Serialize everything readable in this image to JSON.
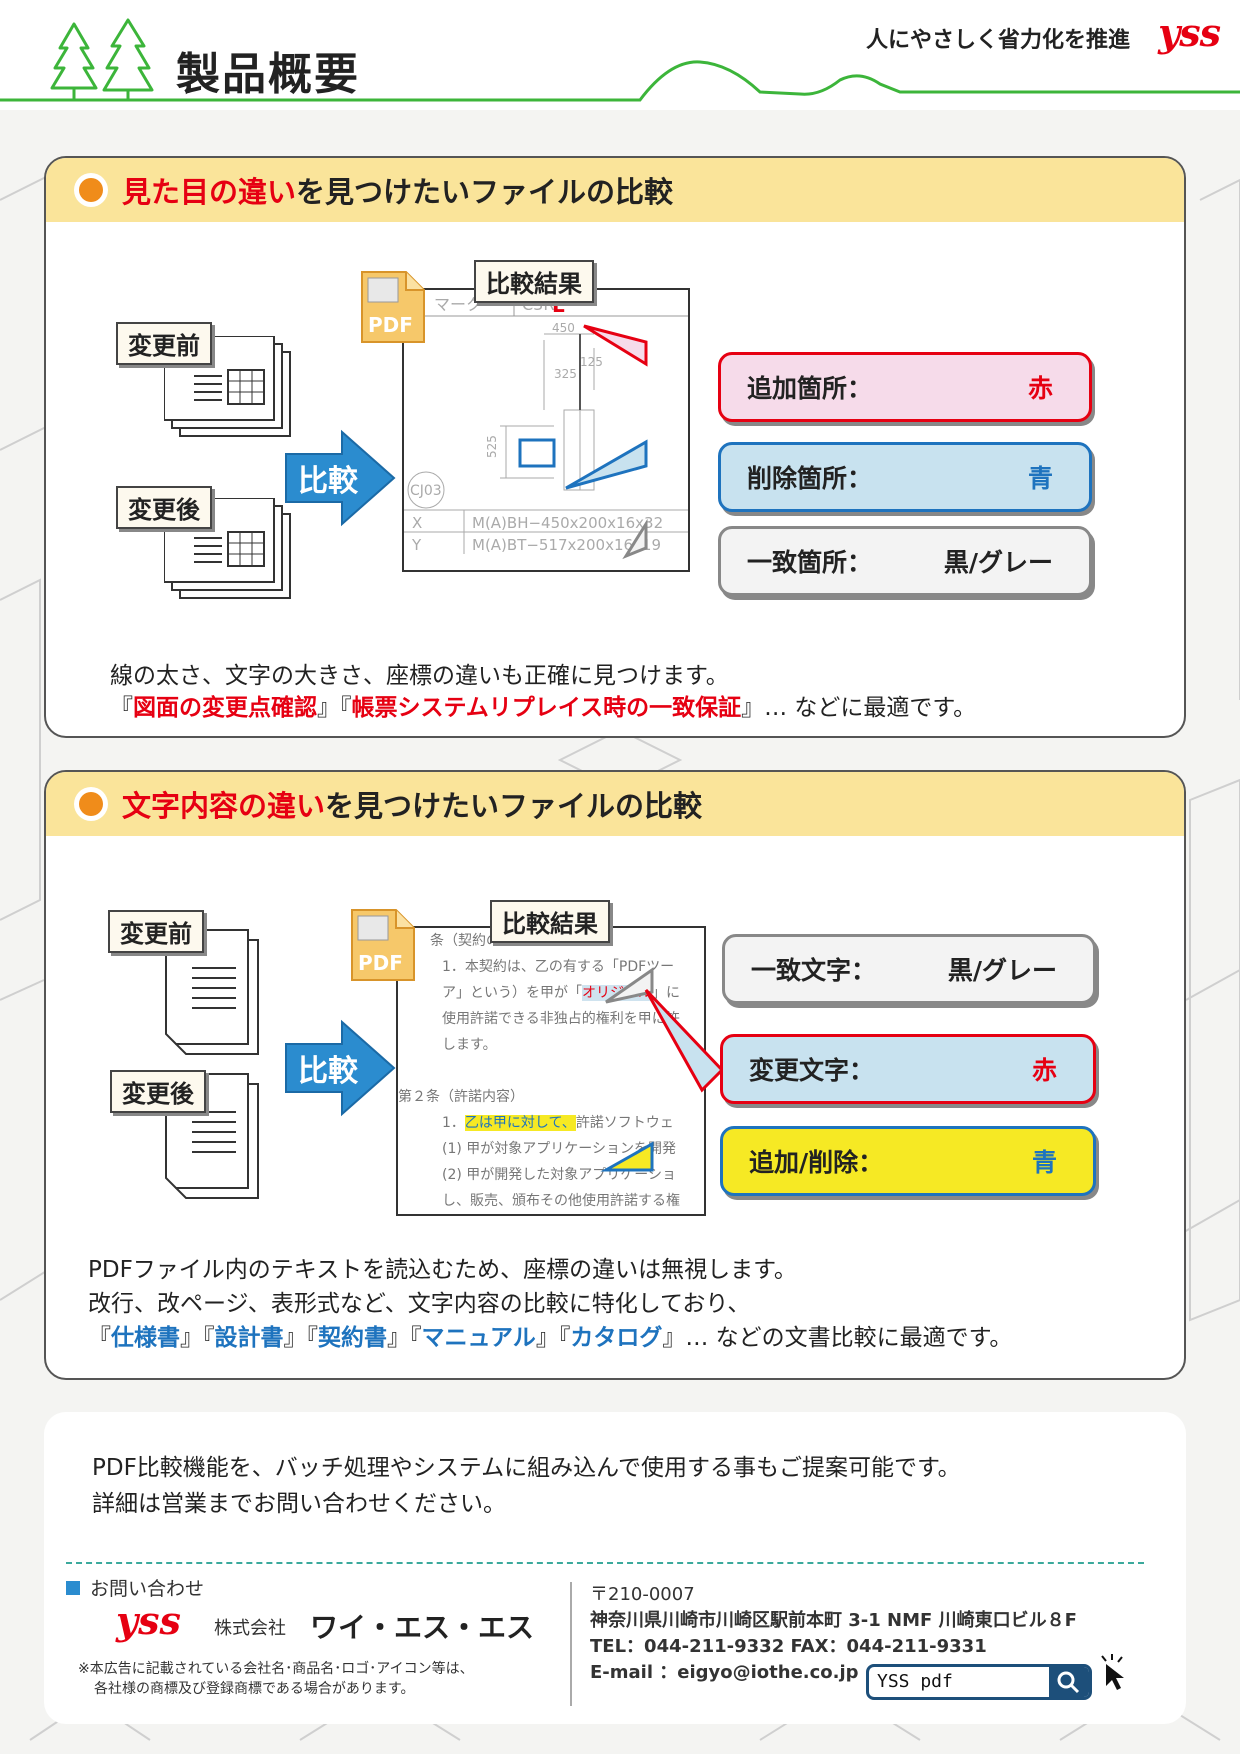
{
  "header": {
    "title": "製品概要",
    "slogan": "人にやさしく省力化を推進",
    "logo_text": "yss",
    "accent_color": "#3cb53a"
  },
  "visual": {
    "title_highlight": "見た目の違い",
    "title_rest": "を見つけたいファイルの比較",
    "before_label": "変更前",
    "after_label": "変更後",
    "arrow_label": "比較",
    "result_label": "比較結果",
    "pdf_icon_text": "PDF",
    "drawing": {
      "mark": "マーク",
      "code": "C3R",
      "changed": "L",
      "dim_450": "450",
      "dim_125": "125",
      "dim_325": "325",
      "dim_525": "525",
      "circle": "CJ03",
      "row_x": "X",
      "row_y": "Y",
      "spec_x": "M(A)BH−450x200x16x32",
      "spec_y": "M(A)BT−517x200x16x19"
    },
    "callouts": [
      {
        "label": "追加箇所：",
        "value": "赤",
        "bg": "#f6dbea",
        "border": "#e60012",
        "value_color": "#e60012"
      },
      {
        "label": "削除箇所：",
        "value": "青",
        "bg": "#c8e2ef",
        "border": "#1e73be",
        "value_color": "#1e73be"
      },
      {
        "label": "一致箇所：",
        "value": "黒/グレー",
        "bg": "#f3f3f3",
        "border": "#888888",
        "value_color": "#222222"
      }
    ],
    "desc1": "線の太さ、文字の大きさ、座標の違いも正確に見つけます。",
    "desc2_open1": "『",
    "desc2_hl1": "図面の変更点確認",
    "desc2_mid": "』『",
    "desc2_hl2": "帳票システムリプレイス時の一致保証",
    "desc2_close": "』… などに最適です。"
  },
  "text": {
    "title_highlight": "文字内容の違い",
    "title_rest": "を見つけたいファイルの比較",
    "before_label": "変更前",
    "after_label": "変更後",
    "arrow_label": "比較",
    "result_label": "比較結果",
    "pdf_icon_text": "PDF",
    "doc_lines": [
      "条（契約の目的）",
      "1．本契約は、乙の有する「PDFツー",
      "ア」という）を甲が「",
      "使用許諾できる非独占的権利を甲に許",
      "します。",
      "第２条（許諾内容）",
      "1．",
      "(1) 甲が対象アプリケーションを開発",
      "(2) 甲が開発した対象アプリケーショ",
      "し、販売、頒布その他使用許諾する権"
    ],
    "doc_changed": "オリジナル",
    "doc_changed_tail": "」に",
    "doc_added": "乙は甲に対して、",
    "doc_added_tail": "許諾ソフトウェ",
    "callouts": [
      {
        "label": "一致文字：",
        "value": "黒/グレー",
        "bg": "#f3f3f3",
        "border": "#888888",
        "value_color": "#222222"
      },
      {
        "label": "変更文字：",
        "value": "赤",
        "bg": "#c8e2ef",
        "border": "#e60012",
        "value_color": "#e60012"
      },
      {
        "label": "追加/削除：",
        "value": "青",
        "bg": "#f6e924",
        "border": "#1e73be",
        "value_color": "#1e73be"
      }
    ],
    "desc1": "PDFファイル内のテキストを読込むため、座標の違いは無視します。",
    "desc2": "改行、改ページ、表形式など、文字内容の比較に特化しており、",
    "desc3_items": [
      "仕様書",
      "設計書",
      "契約書",
      "マニュアル",
      "カタログ"
    ],
    "desc3_tail": "… などの文書比較に最適です。"
  },
  "contact": {
    "line1": "PDF比較機能を、バッチ処理やシステムに組み込んで使用する事もご提案可能です。",
    "line2": "詳細は営業までお問い合わせください。",
    "inquiry": "お問い合わせ",
    "company_prefix": "株式会社",
    "company_name": "ワイ・エス・エス",
    "logo_text": "yss",
    "note1": "※本広告に記載されている会社名･商品名･ロゴ･アイコン等は、",
    "note2": "各社様の商標及び登録商標である場合があります。",
    "postal": "〒210-0007",
    "address": "神奈川県川崎市川崎区駅前本町 3-1  NMF 川崎東口ビル８F",
    "tel": "TEL：044-211-9332   FAX：044-211-9331",
    "email": "E-mail ：eigyo@iothe.co.jp",
    "search_value": "YSS pdf"
  }
}
